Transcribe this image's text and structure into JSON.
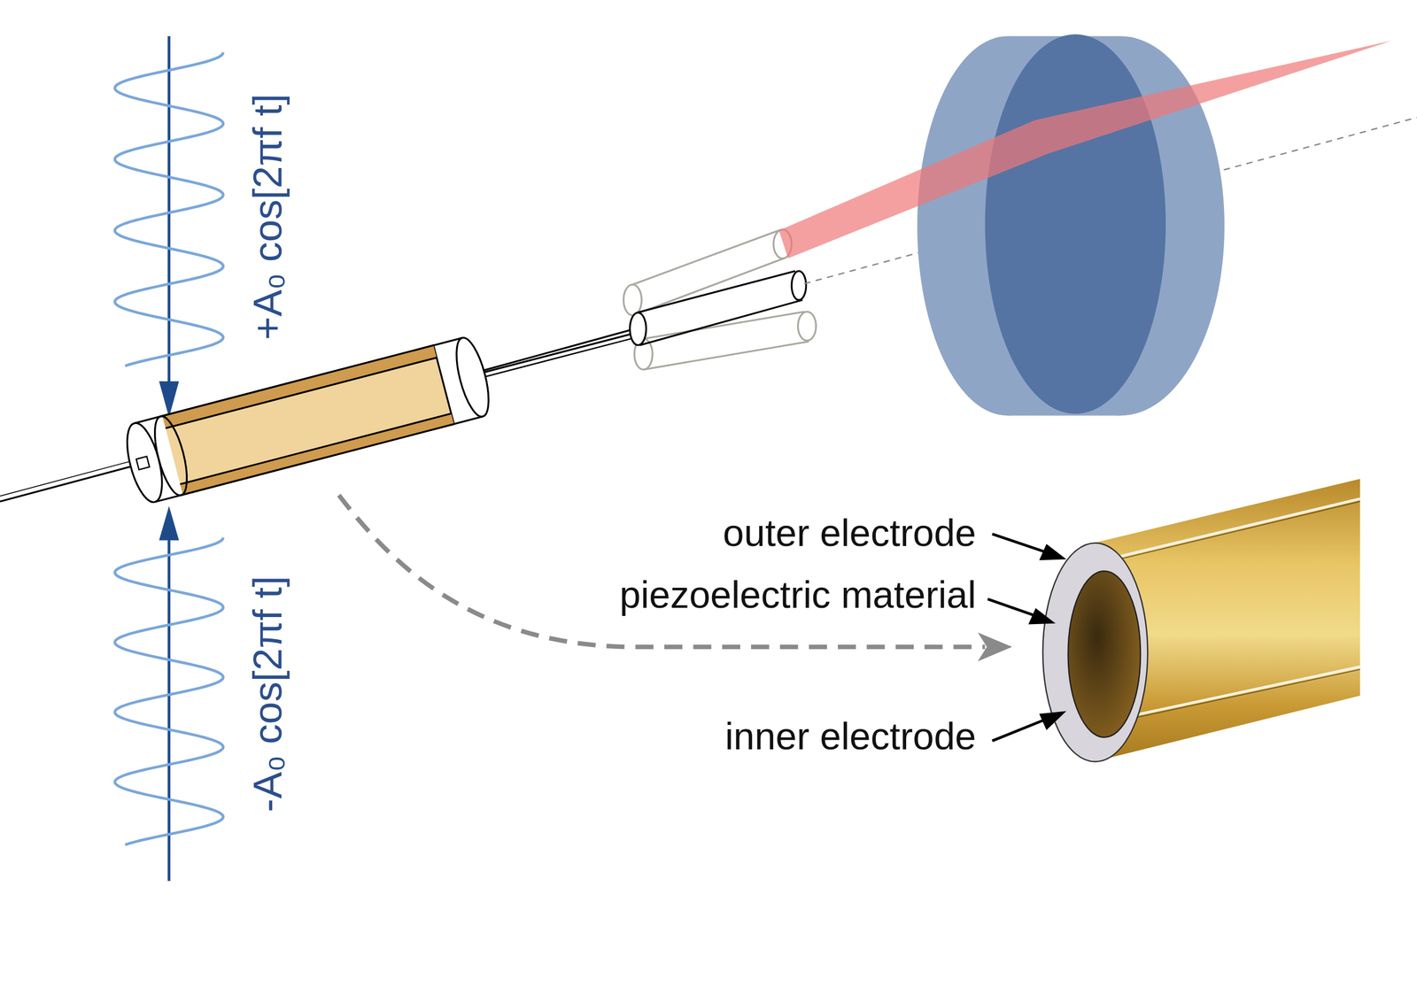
{
  "diagram": {
    "labels": [
      "+A₀ cos[2πf t]",
      "-A₀ cos[2πf t]",
      "outer electrode",
      "piezoelectric material",
      "inner electrode"
    ]
  }
}
